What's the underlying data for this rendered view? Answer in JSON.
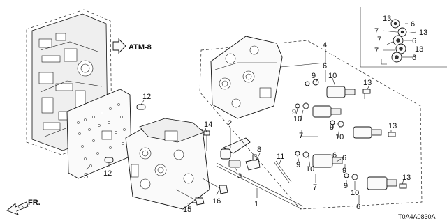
{
  "diagram": {
    "reference_tag": "ATM-8",
    "part_code": "T0A4A0830A",
    "front_label": "FR.",
    "callouts": {
      "n1": "1",
      "n2": "2",
      "n3": "3",
      "n4": "4",
      "n5": "5",
      "n6a": "6",
      "n6b": "6",
      "n6c": "6",
      "n6d": "6",
      "n6e": "6",
      "n6f": "6",
      "n6g": "6",
      "n7a": "7",
      "n7b": "7",
      "n7c": "7",
      "n7d": "7",
      "n7e": "7",
      "n8": "8",
      "n9a": "9",
      "n9b": "9",
      "n9c": "9",
      "n9d": "9",
      "n9e": "9",
      "n9f": "9",
      "n10a": "10",
      "n10b": "10",
      "n10c": "10",
      "n10d": "10",
      "n10e": "10",
      "n11": "11",
      "n12a": "12",
      "n12b": "12",
      "n13a": "13",
      "n13b": "13",
      "n13c": "13",
      "n13d": "13",
      "n13e": "13",
      "n13f": "13",
      "n14": "14",
      "n15": "15",
      "n16": "16"
    }
  }
}
